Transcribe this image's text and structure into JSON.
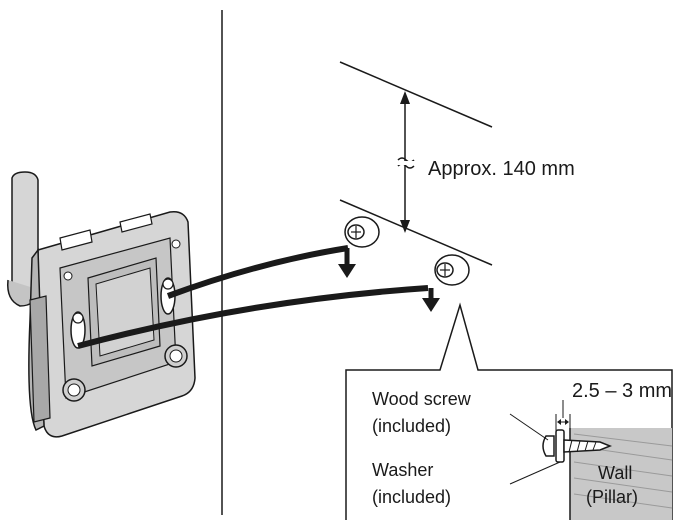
{
  "dimension": {
    "text": "Approx. 140 mm"
  },
  "callout": {
    "gap_text": "2.5 – 3 mm",
    "wood_screw_line1": "Wood screw",
    "wood_screw_line2": "(included)",
    "washer_line1": "Washer",
    "washer_line2": "(included)",
    "wall_line1": "Wall",
    "wall_line2": "(Pillar)"
  },
  "colors": {
    "line": "#1a1a1a",
    "device_body": "#d6d6d6",
    "device_face": "#bdbdbd",
    "wall_fill": "#c8c8c8"
  },
  "icons": [
    "wall-mount-device-icon",
    "antenna-icon",
    "keyhole-slot-icon",
    "screw-icon",
    "washer-icon",
    "arrow-down-icon"
  ]
}
